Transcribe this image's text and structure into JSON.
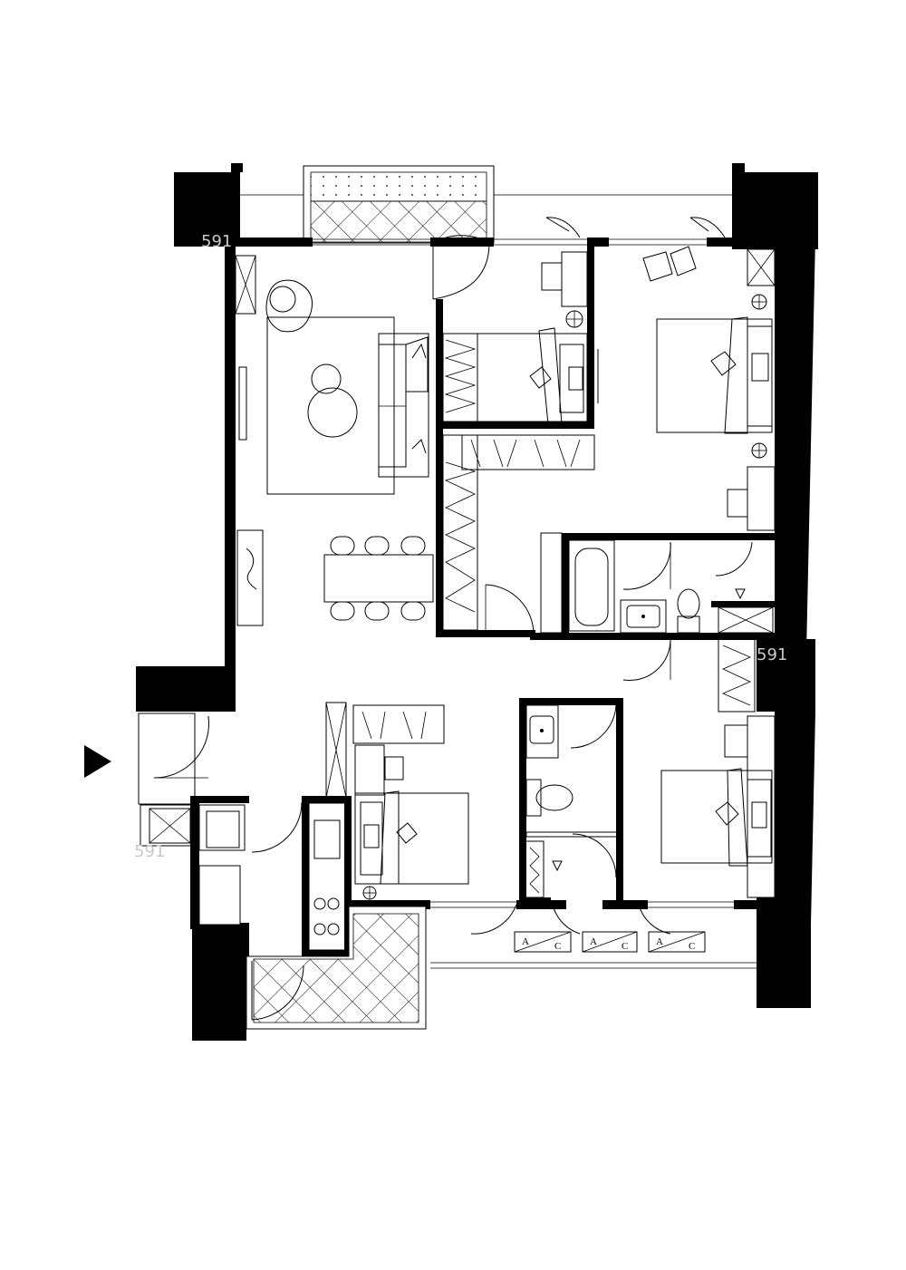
{
  "labels": {
    "ac_a": "A",
    "ac_c": "C",
    "watermark": "591"
  },
  "colors": {
    "wall": "#000000",
    "background": "#ffffff",
    "watermark": "#c8c8c8"
  },
  "icons": {
    "entrance": "entrance-arrow-icon"
  }
}
